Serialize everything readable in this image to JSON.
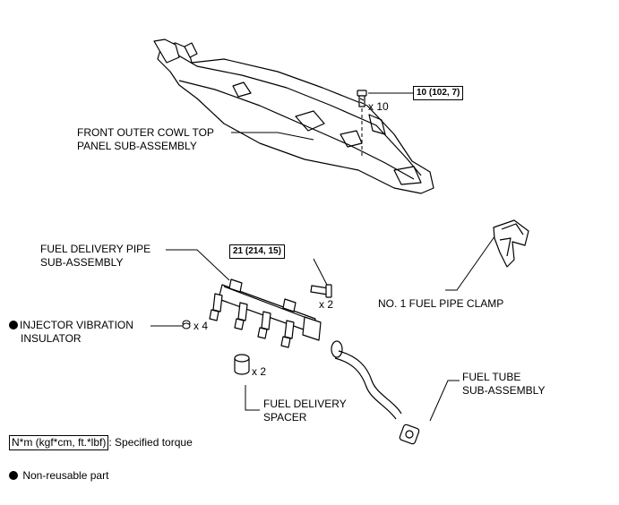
{
  "parts": {
    "cowl_panel": [
      "FRONT OUTER COWL TOP",
      "PANEL SUB-ASSEMBLY"
    ],
    "fuel_delivery_pipe": [
      "FUEL DELIVERY PIPE",
      "SUB-ASSEMBLY"
    ],
    "injector_insulator": [
      "INJECTOR VIBRATION",
      "INSULATOR"
    ],
    "fuel_pipe_clamp": "NO. 1 FUEL PIPE CLAMP",
    "fuel_tube": [
      "FUEL TUBE",
      "SUB-ASSEMBLY"
    ],
    "fuel_delivery_spacer": [
      "FUEL DELIVERY",
      "SPACER"
    ]
  },
  "torques": {
    "cowl_bolt": "10 (102, 7)",
    "pipe_bolt": "21 (214, 15)"
  },
  "quantities": {
    "cowl_bolt": "x 10",
    "pipe_bolt": "x 2",
    "insulator": "x 4",
    "spacer": "x 2"
  },
  "legend": {
    "torque_unit": "N*m (kgf*cm, ft.*lbf)",
    "torque_text": ": Specified torque",
    "nonreusable_text": "Non-reusable part"
  }
}
